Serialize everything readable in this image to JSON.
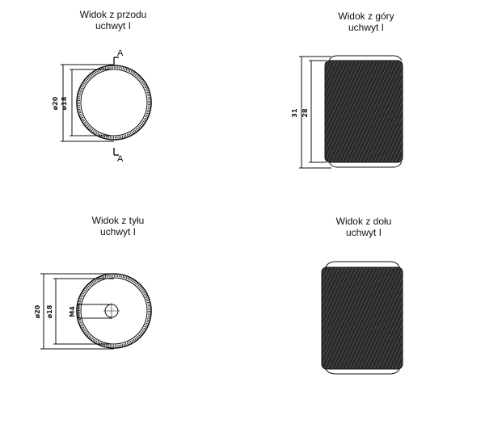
{
  "views": {
    "front": {
      "title": "Widok z przodu",
      "subtitle": "uchwyt I",
      "dim_outer": "ø20",
      "dim_inner": "ø18",
      "section_top": "A",
      "section_bottom": "A"
    },
    "top": {
      "title": "Widok z góry",
      "subtitle": "uchwyt I",
      "dim_total": "31",
      "dim_body": "28"
    },
    "back": {
      "title": "Widok z tyłu",
      "subtitle": "uchwyt I",
      "dim_outer": "ø20",
      "dim_inner": "ø18",
      "dim_thread": "M4"
    },
    "bottom": {
      "title": "Widok z dołu",
      "subtitle": "uchwyt I"
    }
  },
  "colors": {
    "line": "#111111",
    "knurl_dark": "#1a1a1a",
    "knurl_light": "#6a6a6a",
    "background": "#ffffff"
  }
}
